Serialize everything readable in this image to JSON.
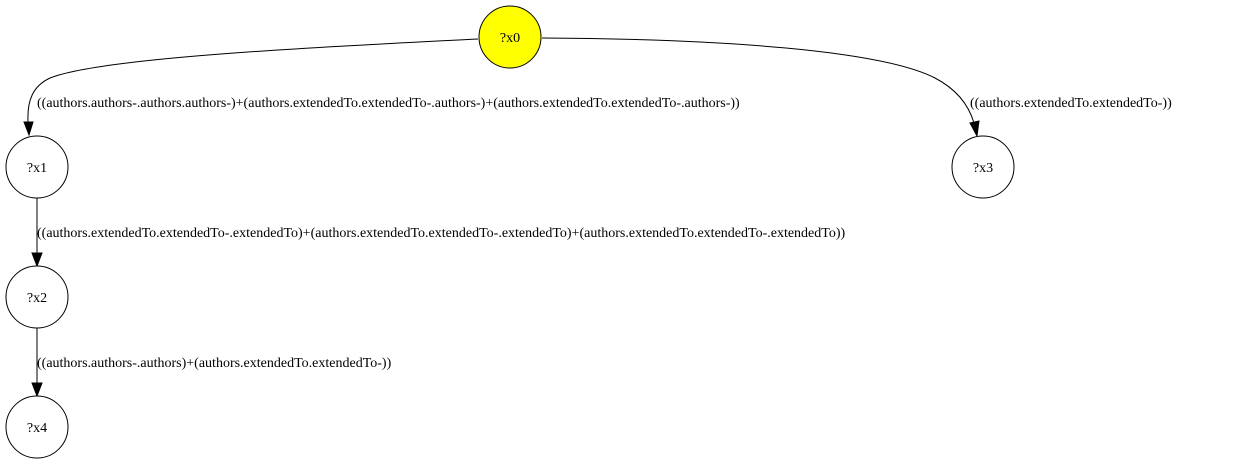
{
  "graph": {
    "nodes": [
      {
        "id": "x0",
        "label": "?x0",
        "fill": "#ffff00"
      },
      {
        "id": "x1",
        "label": "?x1",
        "fill": "#ffffff"
      },
      {
        "id": "x2",
        "label": "?x2",
        "fill": "#ffffff"
      },
      {
        "id": "x3",
        "label": "?x3",
        "fill": "#ffffff"
      },
      {
        "id": "x4",
        "label": "?x4",
        "fill": "#ffffff"
      }
    ],
    "edges": [
      {
        "from": "x0",
        "to": "x1",
        "label": "((authors.authors-.authors.authors-)+(authors.extendedTo.extendedTo-.authors-)+(authors.extendedTo.extendedTo-.authors-))"
      },
      {
        "from": "x0",
        "to": "x3",
        "label": "((authors.extendedTo.extendedTo-))"
      },
      {
        "from": "x1",
        "to": "x2",
        "label": "((authors.extendedTo.extendedTo-.extendedTo)+(authors.extendedTo.extendedTo-.extendedTo)+(authors.extendedTo.extendedTo-.extendedTo))"
      },
      {
        "from": "x2",
        "to": "x4",
        "label": "((authors.authors-.authors)+(authors.extendedTo.extendedTo-))"
      }
    ]
  }
}
